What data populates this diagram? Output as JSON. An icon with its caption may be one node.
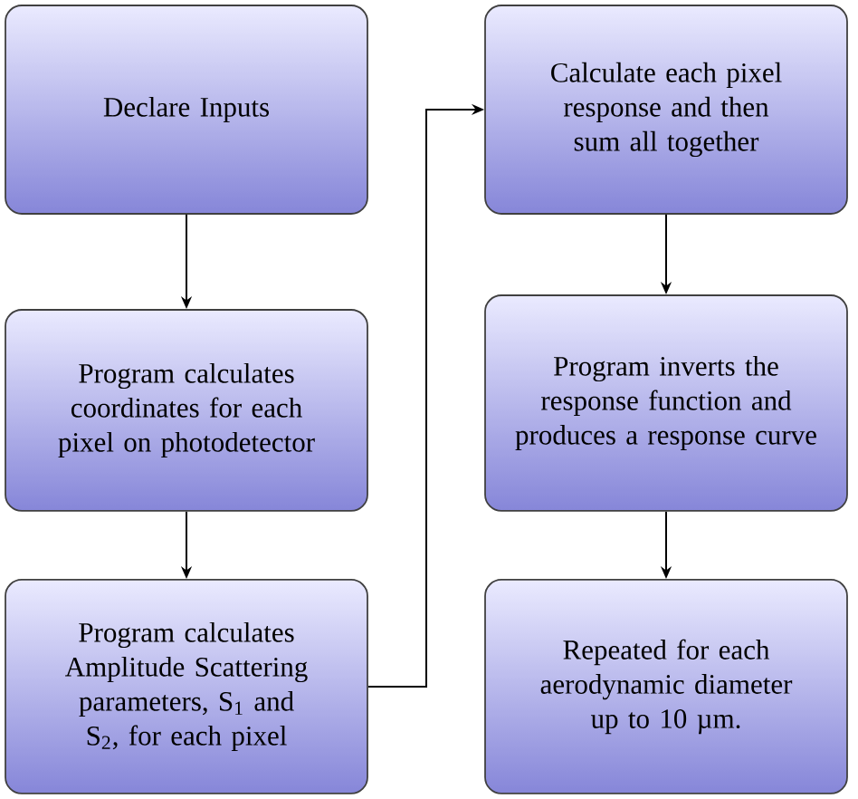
{
  "diagram": {
    "nodes": [
      {
        "text": [
          "Declare Inputs"
        ]
      },
      {
        "text": [
          "Program calculates coordinates for each pixel on photodetector"
        ]
      },
      {
        "text": [
          "Program calculates Amplitude Scattering parameters, S$_{1}$ and S$_{2}$, for each pixel"
        ]
      },
      {
        "text": [
          "Calculate each pixel response and then sum all together"
        ]
      },
      {
        "text": [
          "Program inverts the response function and produces a response curve"
        ]
      },
      {
        "text": [
          "Repeated for each aerodynamic diameter up to 10 µm."
        ]
      }
    ],
    "edges": [
      {
        "from": 0,
        "to": 1,
        "arrow": "to"
      },
      {
        "from": 1,
        "to": 2,
        "arrow": "to"
      },
      {
        "from": 2,
        "to": 3,
        "arrow": "to"
      },
      {
        "from": 3,
        "to": 4,
        "arrow": "to"
      },
      {
        "from": 4,
        "to": 5,
        "arrow": "to"
      }
    ]
  }
}
